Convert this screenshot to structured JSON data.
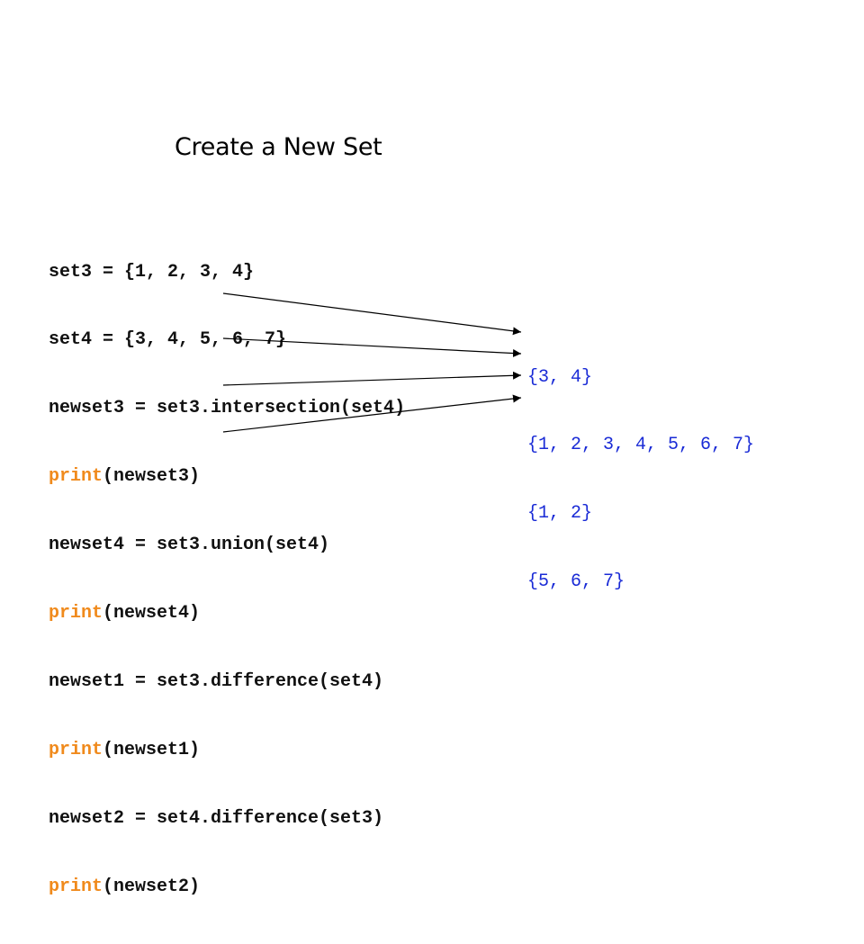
{
  "slide": {
    "title": "Create a New Set",
    "code_lines": [
      {
        "keyword": "",
        "text": "set3 = {1, 2, 3, 4}"
      },
      {
        "keyword": "",
        "text": "set4 = {3, 4, 5, 6, 7}"
      },
      {
        "keyword": "",
        "text": "newset3 = set3.intersection(set4)"
      },
      {
        "keyword": "print",
        "text": "(newset3)"
      },
      {
        "keyword": "",
        "text": "newset4 = set3.union(set4)"
      },
      {
        "keyword": "print",
        "text": "(newset4)"
      },
      {
        "keyword": "",
        "text": "newset1 = set3.difference(set4)"
      },
      {
        "keyword": "print",
        "text": "(newset1)"
      },
      {
        "keyword": "",
        "text": "newset2 = set4.difference(set3)"
      },
      {
        "keyword": "print",
        "text": "(newset2)"
      }
    ],
    "output_lines": [
      "{3, 4}",
      "{1, 2, 3, 4, 5, 6, 7}",
      "{1, 2}",
      "{5, 6, 7}"
    ],
    "colors": {
      "keyword": "#f08a1c",
      "code": "#111111",
      "output": "#1a2bd6",
      "arrow": "#000000"
    }
  }
}
